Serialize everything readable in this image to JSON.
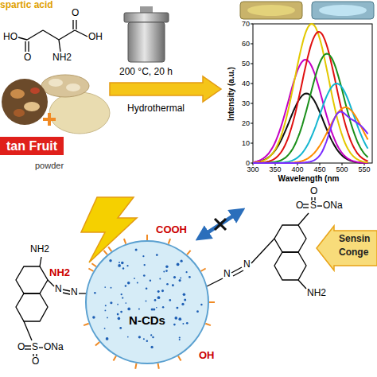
{
  "diagram": {
    "nodes": [
      {
        "text": [
          "tan Fruit"
        ]
      },
      {
        "text": [
          "N-CDs"
        ]
      }
    ],
    "labels": [
      "spartic acid",
      "HO",
      "O",
      "NH2",
      "O",
      "OH",
      "powder",
      "200 °C, 20 h",
      "Hydrothermal",
      "Intensity (a.u.)",
      "0",
      "10",
      "20",
      "30",
      "40",
      "50",
      "60",
      "70",
      "300",
      "350",
      "400",
      "450",
      "500",
      "550",
      "Wavelength (nm",
      "Sensin",
      "Conge",
      "COOH",
      "NH2",
      "OH",
      "NH2",
      "N",
      "N",
      "O",
      "S",
      "O",
      "ONa",
      "N",
      "N",
      "O",
      "O",
      "S",
      "ONa",
      "NH2"
    ]
  }
}
